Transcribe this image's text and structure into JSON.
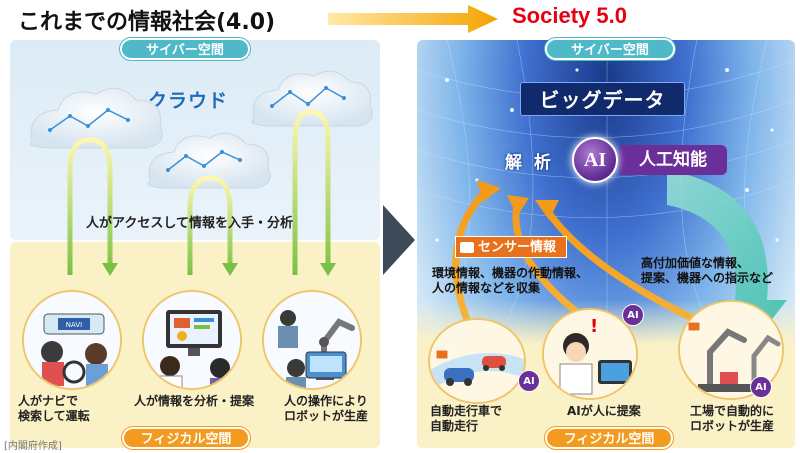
{
  "header": {
    "left_title": "これまでの情報社会(4.0)",
    "right_title": "Society 5.0"
  },
  "left": {
    "cyber_label": "サイバー空間",
    "cloud_label": "クラウド",
    "access_label": "人がアクセスして情報を入手・分析",
    "physical_label": "フィジカル空間",
    "captions": [
      {
        "line1": "人がナビで",
        "line2": "検索して運転"
      },
      {
        "line1": "人が情報を分析・提案",
        "line2": ""
      },
      {
        "line1": "人の操作により",
        "line2": "ロボットが生産"
      }
    ],
    "nav_screen_text": "NAVI"
  },
  "right": {
    "cyber_label": "サイバー空間",
    "bigdata_label": "ビッグデータ",
    "analysis_label": "解 析",
    "ai_badge": "AI",
    "ai_label": "人工知能",
    "sensor_label": "センサー情報",
    "sensor_desc": {
      "line1": "環境情報、機器の作動情報、",
      "line2": "人の情報などを収集"
    },
    "value_desc": {
      "line1": "高付加価値な情報、",
      "line2": "提案、機器への指示など"
    },
    "physical_label": "フィジカル空間",
    "captions": [
      {
        "line1": "自動走行車で",
        "line2": "自動走行"
      },
      {
        "line1": "AIが人に提案",
        "line2": ""
      },
      {
        "line1": "工場で自動的に",
        "line2": "ロボットが生産"
      }
    ],
    "ai_small": "AI"
  },
  "credit": "[内閣府作成]",
  "colors": {
    "accent_red": "#e60012",
    "cyber_pill": "#4fb8c9",
    "physical_pill": "#f29b1e",
    "ai_purple": "#6a2f98",
    "bigdata_navy": "#102a6b",
    "sensor_orange": "#e8711c",
    "flow_green": "#7ac143",
    "feedback_teal": "#3fc0b0"
  }
}
